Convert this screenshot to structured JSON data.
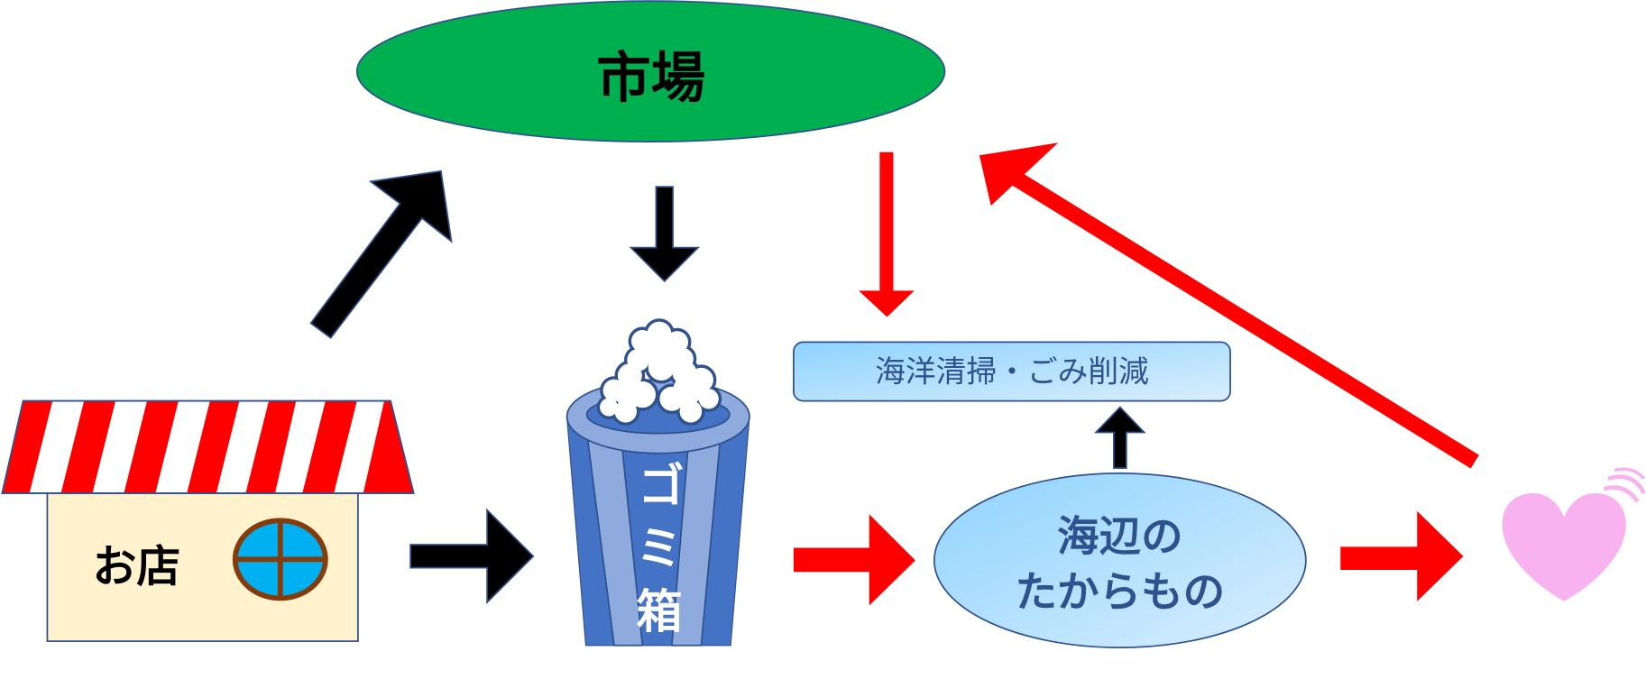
{
  "market": {
    "label": "市場"
  },
  "store": {
    "label": "お店"
  },
  "trash_bin": {
    "chars": [
      "ゴ",
      "ミ",
      "箱"
    ]
  },
  "cleanup_box": {
    "label": "海洋清掃・ごみ削減"
  },
  "treasure": {
    "line1": "海辺の",
    "line2": "たからもの"
  },
  "colors": {
    "market_green": "#00b050",
    "arrow_red": "#ff0000",
    "outline_blue": "#2f528f",
    "bin_blue": "#4472c4",
    "bin_light": "#8faadc",
    "store_wall": "#fff2cc",
    "heart_pink": "#f9b2f0",
    "window_blue": "#00b0f0",
    "window_frame": "#843c0c"
  }
}
